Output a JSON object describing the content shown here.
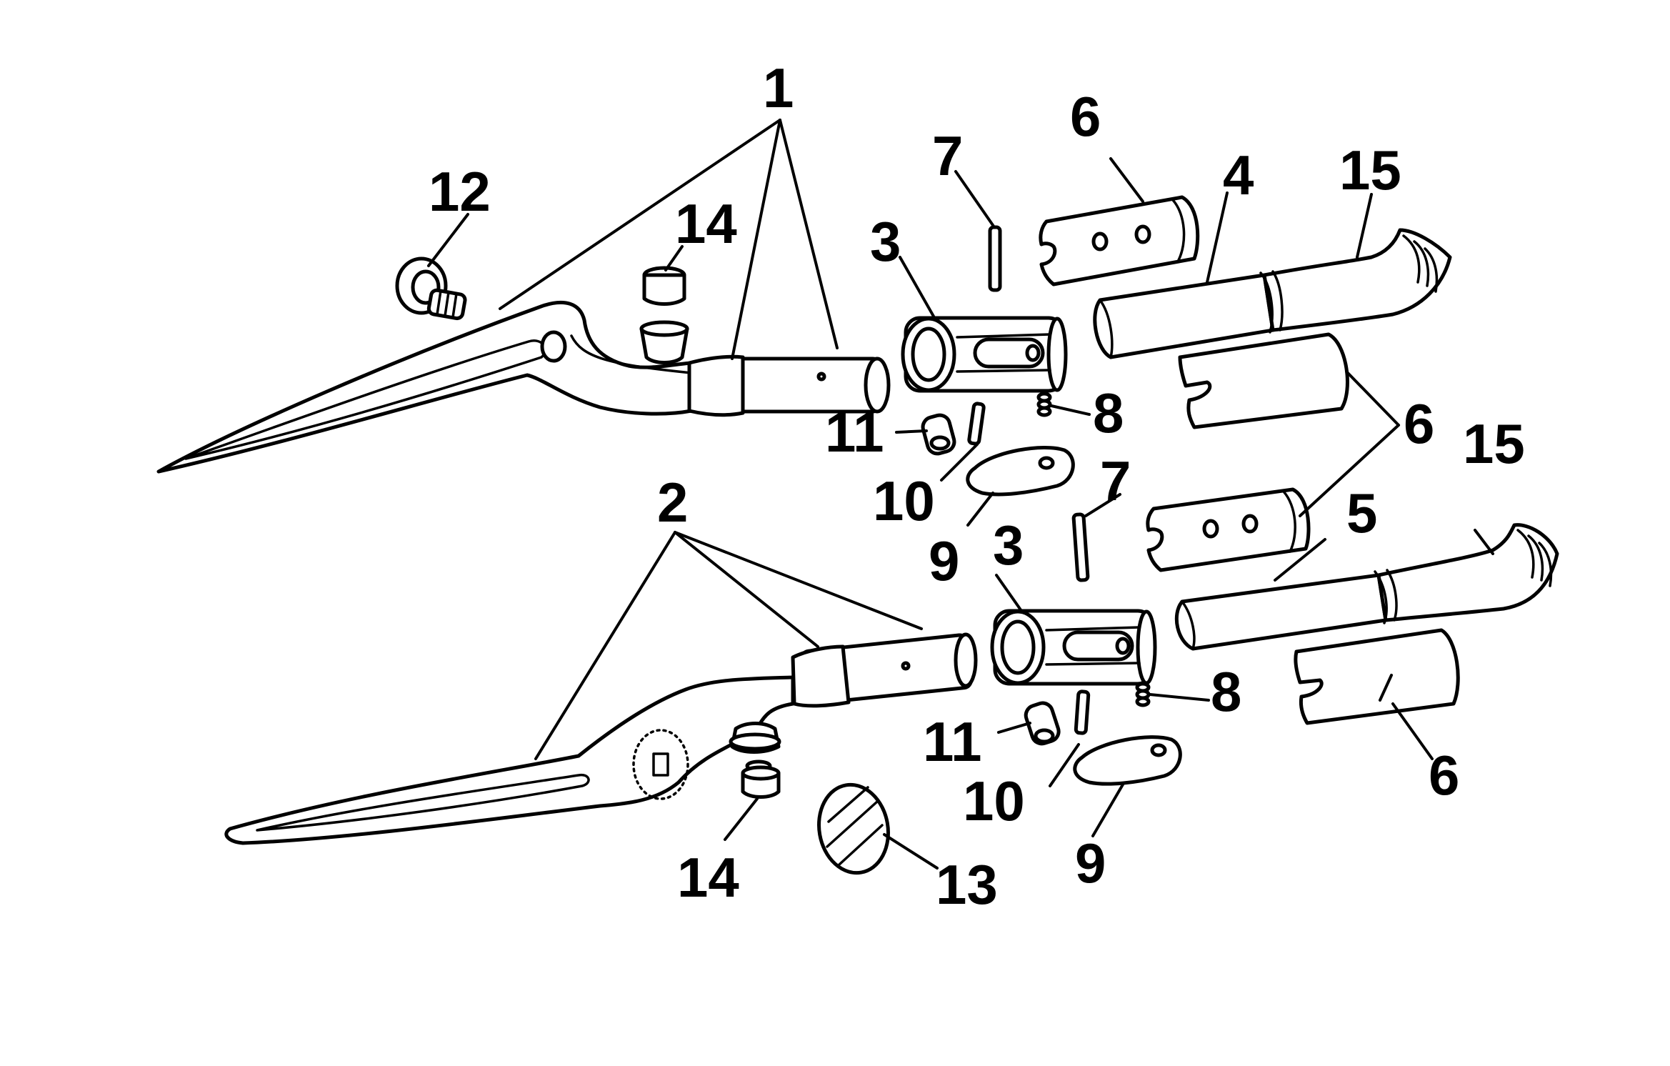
{
  "callouts": {
    "c1": "1",
    "c2": "2",
    "c3a": "3",
    "c3b": "3",
    "c4": "4",
    "c5": "5",
    "c6a": "6",
    "c6b": "6",
    "c6c": "6",
    "c7a": "7",
    "c7b": "7",
    "c8a": "8",
    "c8b": "8",
    "c9a": "9",
    "c9b": "9",
    "c10a": "10",
    "c10b": "10",
    "c11a": "11",
    "c11b": "11",
    "c12": "12",
    "c13": "13",
    "c14a": "14",
    "c14b": "14",
    "c15a": "15",
    "c15b": "15"
  }
}
